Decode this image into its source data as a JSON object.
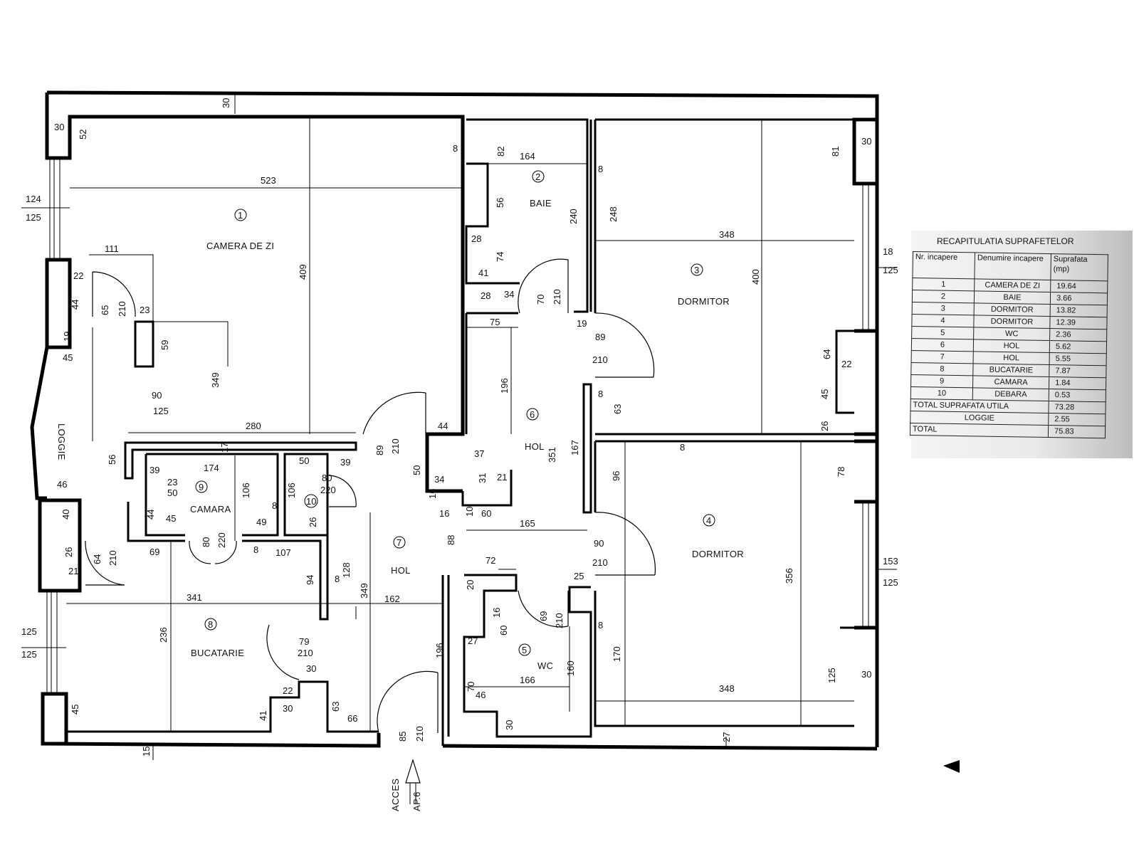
{
  "rooms": [
    {
      "nr": "1",
      "label": "CAMERA DE ZI"
    },
    {
      "nr": "2",
      "label": "BAIE"
    },
    {
      "nr": "3",
      "label": "DORMITOR"
    },
    {
      "nr": "4",
      "label": "DORMITOR"
    },
    {
      "nr": "5",
      "label": "WC"
    },
    {
      "nr": "6",
      "label": "HOL"
    },
    {
      "nr": "7",
      "label": "HOL"
    },
    {
      "nr": "8",
      "label": "BUCATARIE"
    },
    {
      "nr": "9",
      "label": "CAMARA"
    },
    {
      "nr": "10",
      "label": ""
    }
  ],
  "loggia_label": "LOGGIE",
  "access_label": [
    "ACCES",
    "AP.6"
  ],
  "dimensions": {
    "d30_top": "30",
    "d30_left": "30",
    "d52": "52",
    "d523": "523",
    "d124": "124",
    "d125a": "125",
    "d111": "111",
    "d22a": "22",
    "d44": "44",
    "d65": "65",
    "d210a": "210",
    "d23a": "23",
    "d59": "59",
    "d19a": "19",
    "d45a": "45",
    "d409": "409",
    "d349a": "349",
    "d90": "90",
    "d125b": "125",
    "d280": "280",
    "d17": "17",
    "d56": "56",
    "d39": "39",
    "d174": "174",
    "d23b": "23",
    "d50a": "50",
    "d106a": "106",
    "d8a": "8",
    "d46": "46",
    "d40": "40",
    "d44b": "44",
    "d45b": "45",
    "d49": "49",
    "d106b": "106",
    "d50b": "50",
    "d39b": "39",
    "d80a": "80",
    "d220a": "220",
    "d26a": "26",
    "d26b": "26",
    "d21a": "21",
    "d64": "64",
    "d210b": "210",
    "d69a": "69",
    "d80b": "80",
    "d220b": "220",
    "d8b": "8",
    "d107": "107",
    "d94": "94",
    "d8c": "8",
    "d128": "128",
    "d341": "341",
    "d349b": "349",
    "d162": "162",
    "d236": "236",
    "d79": "79",
    "d210c": "210",
    "d30b": "30",
    "d22b": "22",
    "d41a": "41",
    "d30c": "30",
    "d63a": "63",
    "d66": "66",
    "d45c": "45",
    "d15": "15",
    "d125c": "125",
    "d125d": "125",
    "d85": "85",
    "d210d": "210",
    "d89a": "89",
    "d210e": "210",
    "d50c": "50",
    "d44c": "44",
    "d8d": "8",
    "d82": "82",
    "d164": "164",
    "d56b": "56",
    "d28a": "28",
    "d74": "74",
    "d41b": "41",
    "d28b": "28",
    "d34a": "34",
    "d70": "70",
    "d210f": "210",
    "d240": "240",
    "d75": "75",
    "d196a": "196",
    "d37": "37",
    "d31": "31",
    "d21b": "21",
    "d34b": "34",
    "d16a": "16",
    "d16b": "16",
    "d10": "10",
    "d60a": "60",
    "d165": "165",
    "d351": "351",
    "d167": "167",
    "d88": "88",
    "d72": "72",
    "d20": "20",
    "d16c": "16",
    "d60b": "60",
    "d69b": "69",
    "d210g": "210",
    "d27a": "27",
    "d70b": "70",
    "d46b": "46",
    "d166": "166",
    "d160": "160",
    "d30d": "30",
    "d196b": "196",
    "d8e": "8",
    "d248": "248",
    "d348a": "348",
    "d400": "400",
    "d81": "81",
    "d30e": "30",
    "d19b": "19",
    "d89b": "89",
    "d210h": "210",
    "d8f": "8",
    "d63b": "63",
    "d64b": "64",
    "d22c": "22",
    "d45d": "45",
    "d26c": "26",
    "d18": "18",
    "d125e": "125",
    "d8g": "8",
    "d96": "96",
    "d78": "78",
    "d90b": "90",
    "d210i": "210",
    "d25": "25",
    "d8h": "8",
    "d356": "356",
    "d170": "170",
    "d348b": "348",
    "d125f": "125",
    "d30f": "30",
    "d153": "153",
    "d125g": "125",
    "d27b": "27"
  },
  "summary": {
    "title": "RECAPITULATIA SUPRAFETELOR",
    "headers": {
      "nr": "Nr. incapere",
      "name": "Denumire incapere",
      "area": "Suprafata (mp)"
    },
    "rows": [
      {
        "nr": "1",
        "name": "CAMERA DE ZI",
        "area": "19.64"
      },
      {
        "nr": "2",
        "name": "BAIE",
        "area": "3.66"
      },
      {
        "nr": "3",
        "name": "DORMITOR",
        "area": "13.82"
      },
      {
        "nr": "4",
        "name": "DORMITOR",
        "area": "12.39"
      },
      {
        "nr": "5",
        "name": "WC",
        "area": "2.36"
      },
      {
        "nr": "6",
        "name": "HOL",
        "area": "5.62"
      },
      {
        "nr": "7",
        "name": "HOL",
        "area": "5.55"
      },
      {
        "nr": "8",
        "name": "BUCATARIE",
        "area": "7.87"
      },
      {
        "nr": "9",
        "name": "CAMARA",
        "area": "1.84"
      },
      {
        "nr": "10",
        "name": "DEBARA",
        "area": "0.53"
      }
    ],
    "total_util_label": "TOTAL SUPRAFATA UTILA",
    "total_util_value": "73.28",
    "loggia_label": "LOGGIE",
    "loggia_value": "2.55",
    "total_label": "TOTAL",
    "total_value": "75.83"
  }
}
